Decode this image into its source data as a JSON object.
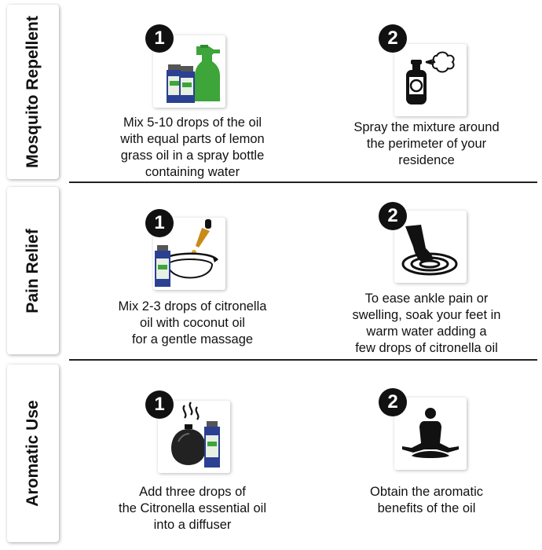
{
  "sections": [
    {
      "label": "Mosquito Repellent",
      "steps": [
        {
          "number": "1",
          "text": [
            "Mix 5-10 drops of the oil",
            "with equal parts of lemon",
            "grass oil in a spray bottle",
            "containing water"
          ],
          "icon": "oil-bottles-spray-bottle-icon"
        },
        {
          "number": "2",
          "text": [
            "Spray the mixture around",
            "the perimeter of your",
            "residence"
          ],
          "icon": "spray-can-icon"
        }
      ]
    },
    {
      "label": "Pain Relief",
      "steps": [
        {
          "number": "1",
          "text": [
            "Mix 2-3 drops of citronella",
            "oil with coconut oil",
            "for a gentle massage"
          ],
          "icon": "dropper-bowl-icon"
        },
        {
          "number": "2",
          "text": [
            "To ease ankle pain or",
            "swelling, soak your feet in",
            "warm water adding a",
            "few drops of citronella oil"
          ],
          "icon": "foot-soak-icon"
        }
      ]
    },
    {
      "label": "Aromatic Use",
      "steps": [
        {
          "number": "1",
          "text": [
            "Add three drops of",
            "the Citronella essential oil",
            "into a diffuser"
          ],
          "icon": "diffuser-icon"
        },
        {
          "number": "2",
          "text": [
            "Obtain the aromatic",
            "benefits of the oil"
          ],
          "icon": "meditation-icon"
        }
      ]
    }
  ],
  "colors": {
    "accent_green": "#3da53a",
    "bottle_blue": "#2b3f93",
    "ink": "#111111"
  }
}
